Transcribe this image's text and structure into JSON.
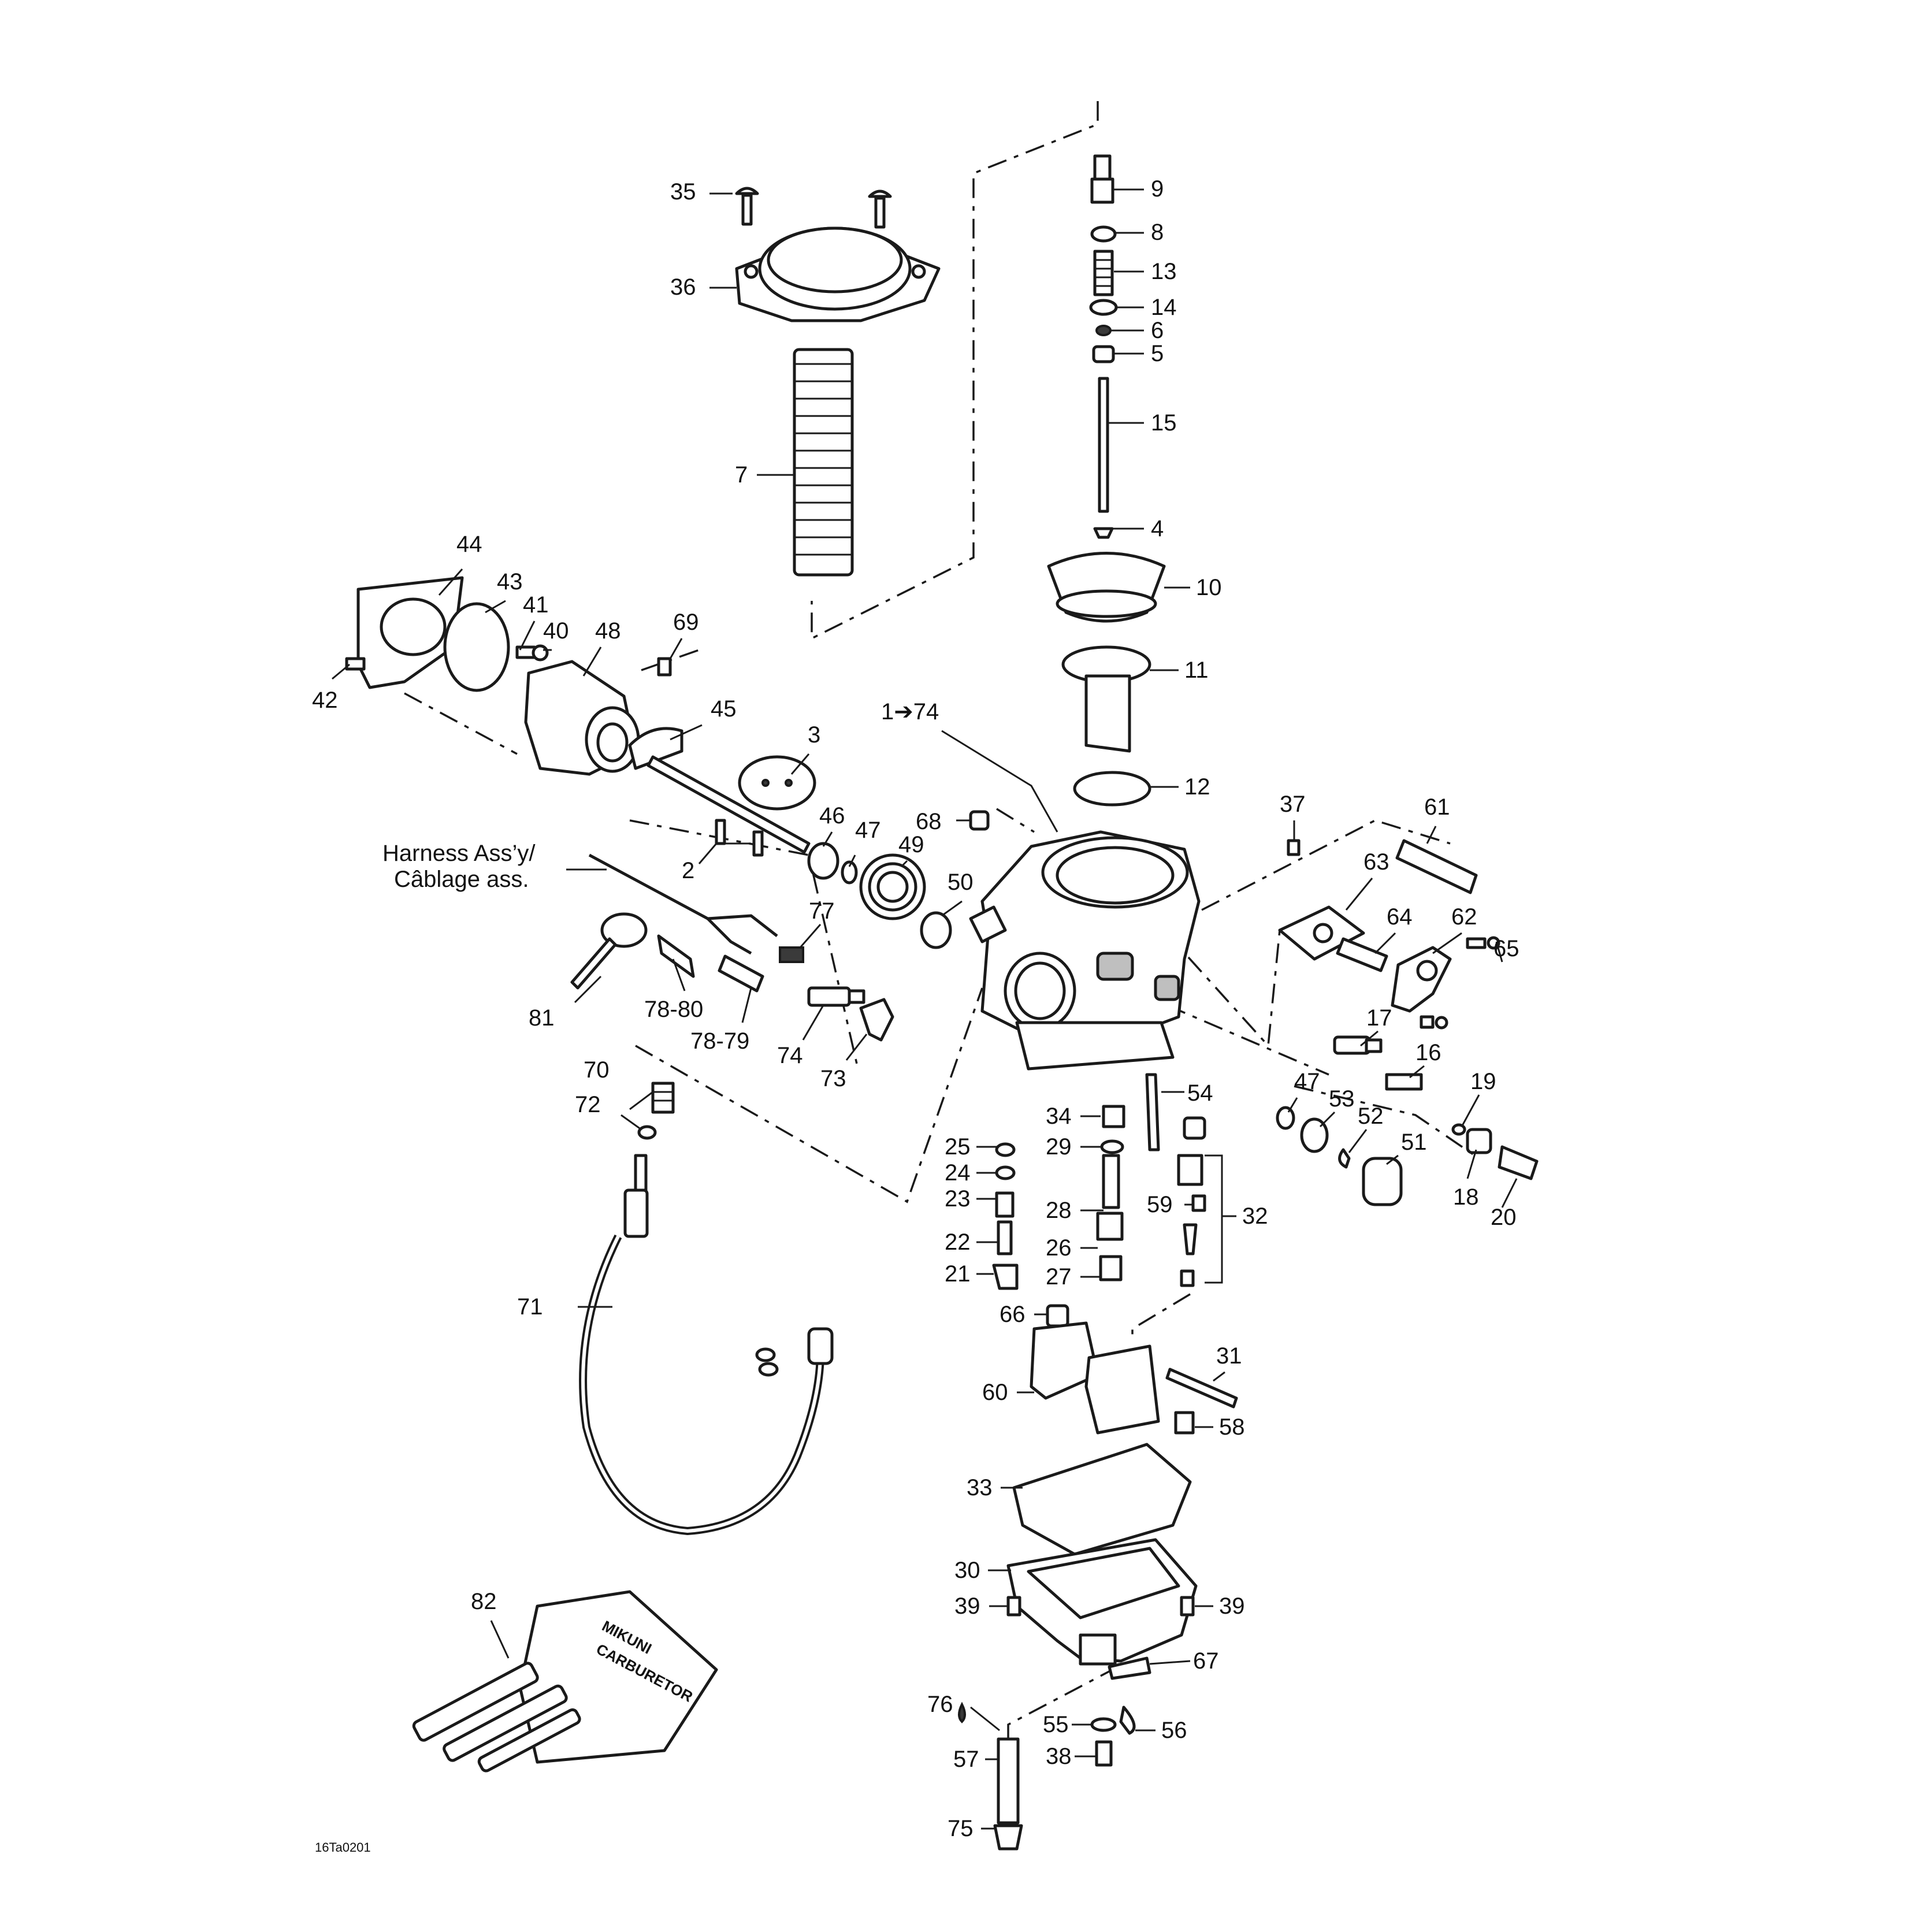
{
  "diagram": {
    "reference_code": "16Ta0201",
    "harness_label_en": "Harness Ass’y/",
    "harness_label_fr": "Câblage ass.",
    "assembly_range": "1➔74",
    "tool_kit_brand": "MIKUNI",
    "tool_kit_text": "CARBURETOR"
  },
  "callouts": [
    "35",
    "36",
    "7",
    "9",
    "8",
    "13",
    "14",
    "6",
    "5",
    "15",
    "4",
    "10",
    "11",
    "12",
    "44",
    "43",
    "41",
    "40",
    "48",
    "69",
    "42",
    "45",
    "3",
    "2",
    "46",
    "47",
    "49",
    "50",
    "68",
    "37",
    "61",
    "63",
    "64",
    "62",
    "65",
    "77",
    "81",
    "78-80",
    "78-79",
    "74",
    "73",
    "17",
    "16",
    "19",
    "18",
    "20",
    "47",
    "53",
    "52",
    "51",
    "70",
    "72",
    "54",
    "34",
    "29",
    "25",
    "24",
    "23",
    "22",
    "21",
    "28",
    "26",
    "27",
    "59",
    "32",
    "66",
    "71",
    "60",
    "31",
    "58",
    "33",
    "30",
    "39",
    "39",
    "67",
    "76",
    "55",
    "56",
    "38",
    "57",
    "75",
    "82"
  ]
}
